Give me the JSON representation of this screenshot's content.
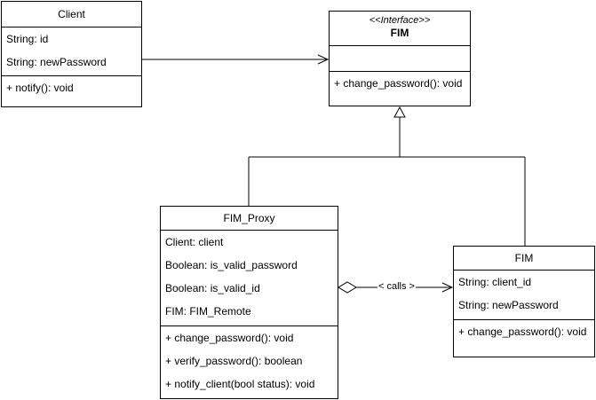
{
  "classes": {
    "client": {
      "name": "Client",
      "attributes": [
        "String: id",
        "String: newPassword"
      ],
      "methods": [
        "+ notify(): void"
      ]
    },
    "fim_interface": {
      "stereotype": "<<Interface>>",
      "name": "FIM",
      "attributes": [],
      "methods": [
        "+ change_password(): void"
      ]
    },
    "fim_proxy": {
      "name": "FIM_Proxy",
      "attributes": [
        "Client: client",
        "Boolean: is_valid_password",
        "Boolean: is_valid_id",
        "FIM: FIM_Remote"
      ],
      "methods": [
        "+ change_password(): void",
        "+ verify_password(): boolean",
        "+ notify_client(bool status): void"
      ]
    },
    "fim": {
      "name": "FIM",
      "attributes": [
        "String: client_id",
        "String: newPassword"
      ],
      "methods": [
        "+ change_password(): void"
      ]
    }
  },
  "relations": {
    "calls_label": "< calls >"
  }
}
